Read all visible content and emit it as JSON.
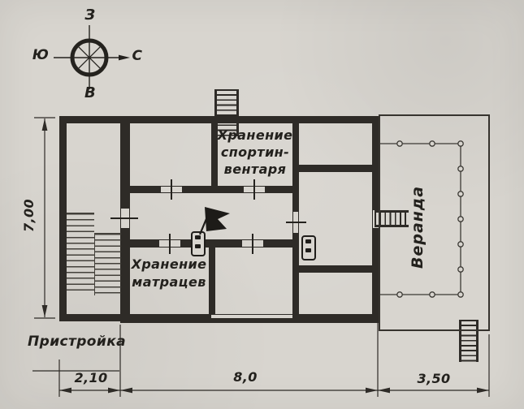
{
  "compass": {
    "top": "З",
    "left": "Ю",
    "right": "С",
    "bottom": "В"
  },
  "labels": {
    "sports_room": {
      "line1": "Хранение",
      "line2": "спортин-",
      "line3": "вентаря"
    },
    "mattress_room": {
      "line1": "Хранение",
      "line2": "матрацев"
    },
    "veranda": "Веранда",
    "annex": "Пристройка"
  },
  "dimensions": {
    "height": "7,00",
    "annex_width": "2,10",
    "main_width": "8,0",
    "veranda_width": "3,50"
  },
  "icons": {
    "compass": "compass-rose-icon",
    "flag": "flag-icon",
    "stove": "stove-icon",
    "stairs": "staircase-icon",
    "ladder": "entrance-steps-icon"
  },
  "colors": {
    "paper": "#d8d5cf",
    "ink": "#2e2b27"
  }
}
